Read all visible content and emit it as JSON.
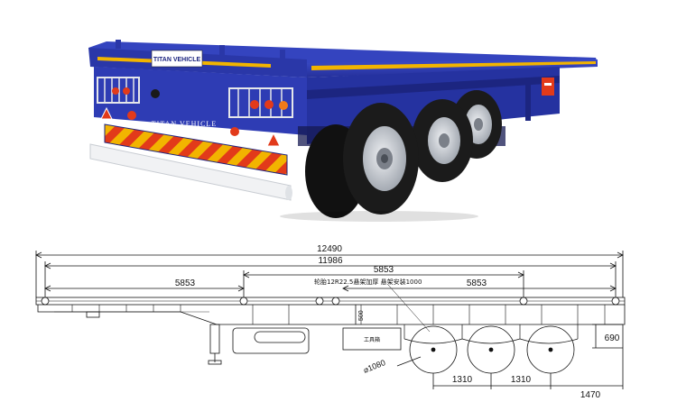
{
  "photo": {
    "plate_brand": "TITAN VEHICLE",
    "plate_sub": "",
    "rear_text": "TITAN VEHICLE",
    "colors": {
      "frame_blue": "#2f3fb8",
      "frame_dark": "#1c2580",
      "stripe_yellow": "#f2b400",
      "warning_red": "#e23a1a",
      "tire": "#1b1b1b",
      "rim": "#c9cdd3",
      "bumper": "#f1f2f4"
    }
  },
  "drawing": {
    "overall_length": "12490",
    "deck_length": "11986",
    "twistlock_spacing_top": "5853",
    "twistlock_spacing_left": "5853",
    "twistlock_spacing_right": "5853",
    "axle_spacing_1": "1310",
    "axle_spacing_2": "1310",
    "rear_overhang": "1470",
    "rear_height": "690",
    "frame_height": "500",
    "wheel_diameter": "⌀1080",
    "tool_box_label": "工具箱",
    "spec_note": "轮胎12R22.5悬架加厚 悬架安装1000"
  }
}
